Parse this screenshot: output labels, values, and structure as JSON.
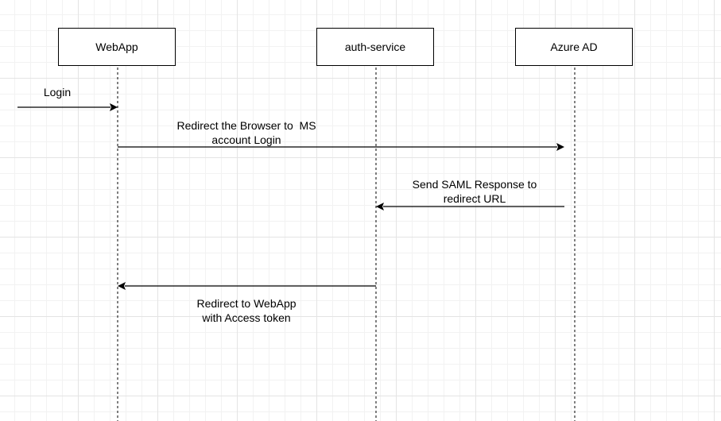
{
  "participants": [
    {
      "id": "webapp",
      "label": "WebApp"
    },
    {
      "id": "auth",
      "label": "auth-service"
    },
    {
      "id": "azure",
      "label": "Azure AD"
    }
  ],
  "messages": [
    {
      "from": "external",
      "to": "webapp",
      "lines": [
        "Login"
      ]
    },
    {
      "from": "webapp",
      "to": "azure",
      "lines": [
        "Redirect the Browser to  MS",
        "account Login"
      ]
    },
    {
      "from": "azure",
      "to": "auth",
      "lines": [
        "Send SAML Response to",
        "redirect URL"
      ]
    },
    {
      "from": "auth",
      "to": "webapp",
      "lines": [
        "Redirect to WebApp",
        "with Access token"
      ]
    }
  ],
  "colors": {
    "line": "#000000",
    "box_border": "#000000",
    "box_fill": "#ffffff"
  }
}
